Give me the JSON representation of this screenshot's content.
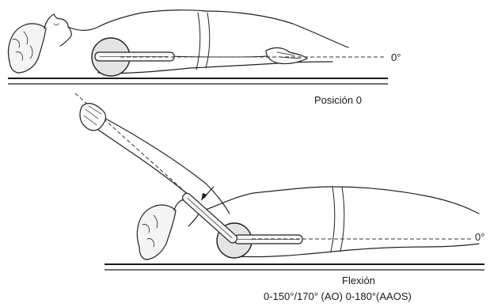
{
  "figure": {
    "panels": [
      {
        "degree_label": "0°",
        "caption": "Posición 0"
      },
      {
        "degree_label": "0°",
        "caption": "Flexión",
        "range": "0-150°/170° (AO) 0-180°(AAOS)"
      }
    ]
  }
}
